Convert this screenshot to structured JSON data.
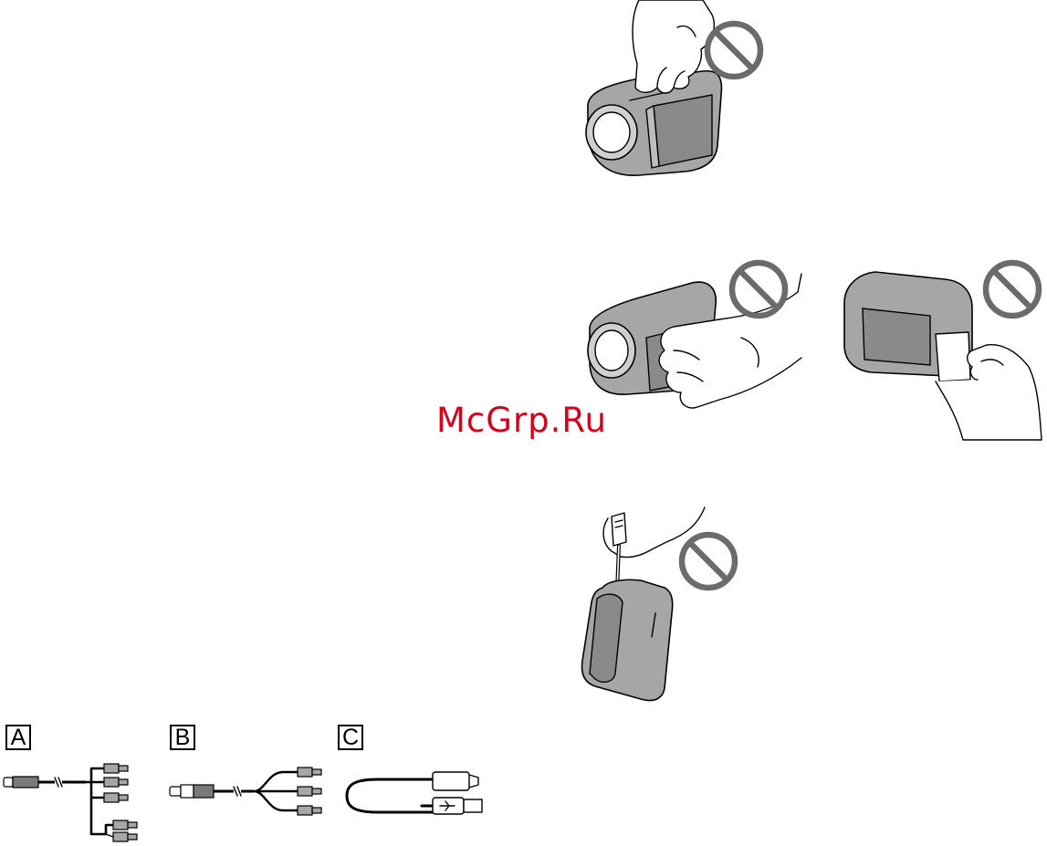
{
  "watermark": "McGrp.Ru",
  "cable_labels": {
    "a": "A",
    "b": "B",
    "c": "C"
  },
  "colors": {
    "watermark": "#d9001b",
    "prohibition_sign": "#6b6b6b",
    "camera_body": "#a6a6a6"
  },
  "icons": [
    "prohibition-icon",
    "camcorder-icon",
    "hand-icon",
    "av-cable-icon",
    "usb-cable-icon"
  ]
}
